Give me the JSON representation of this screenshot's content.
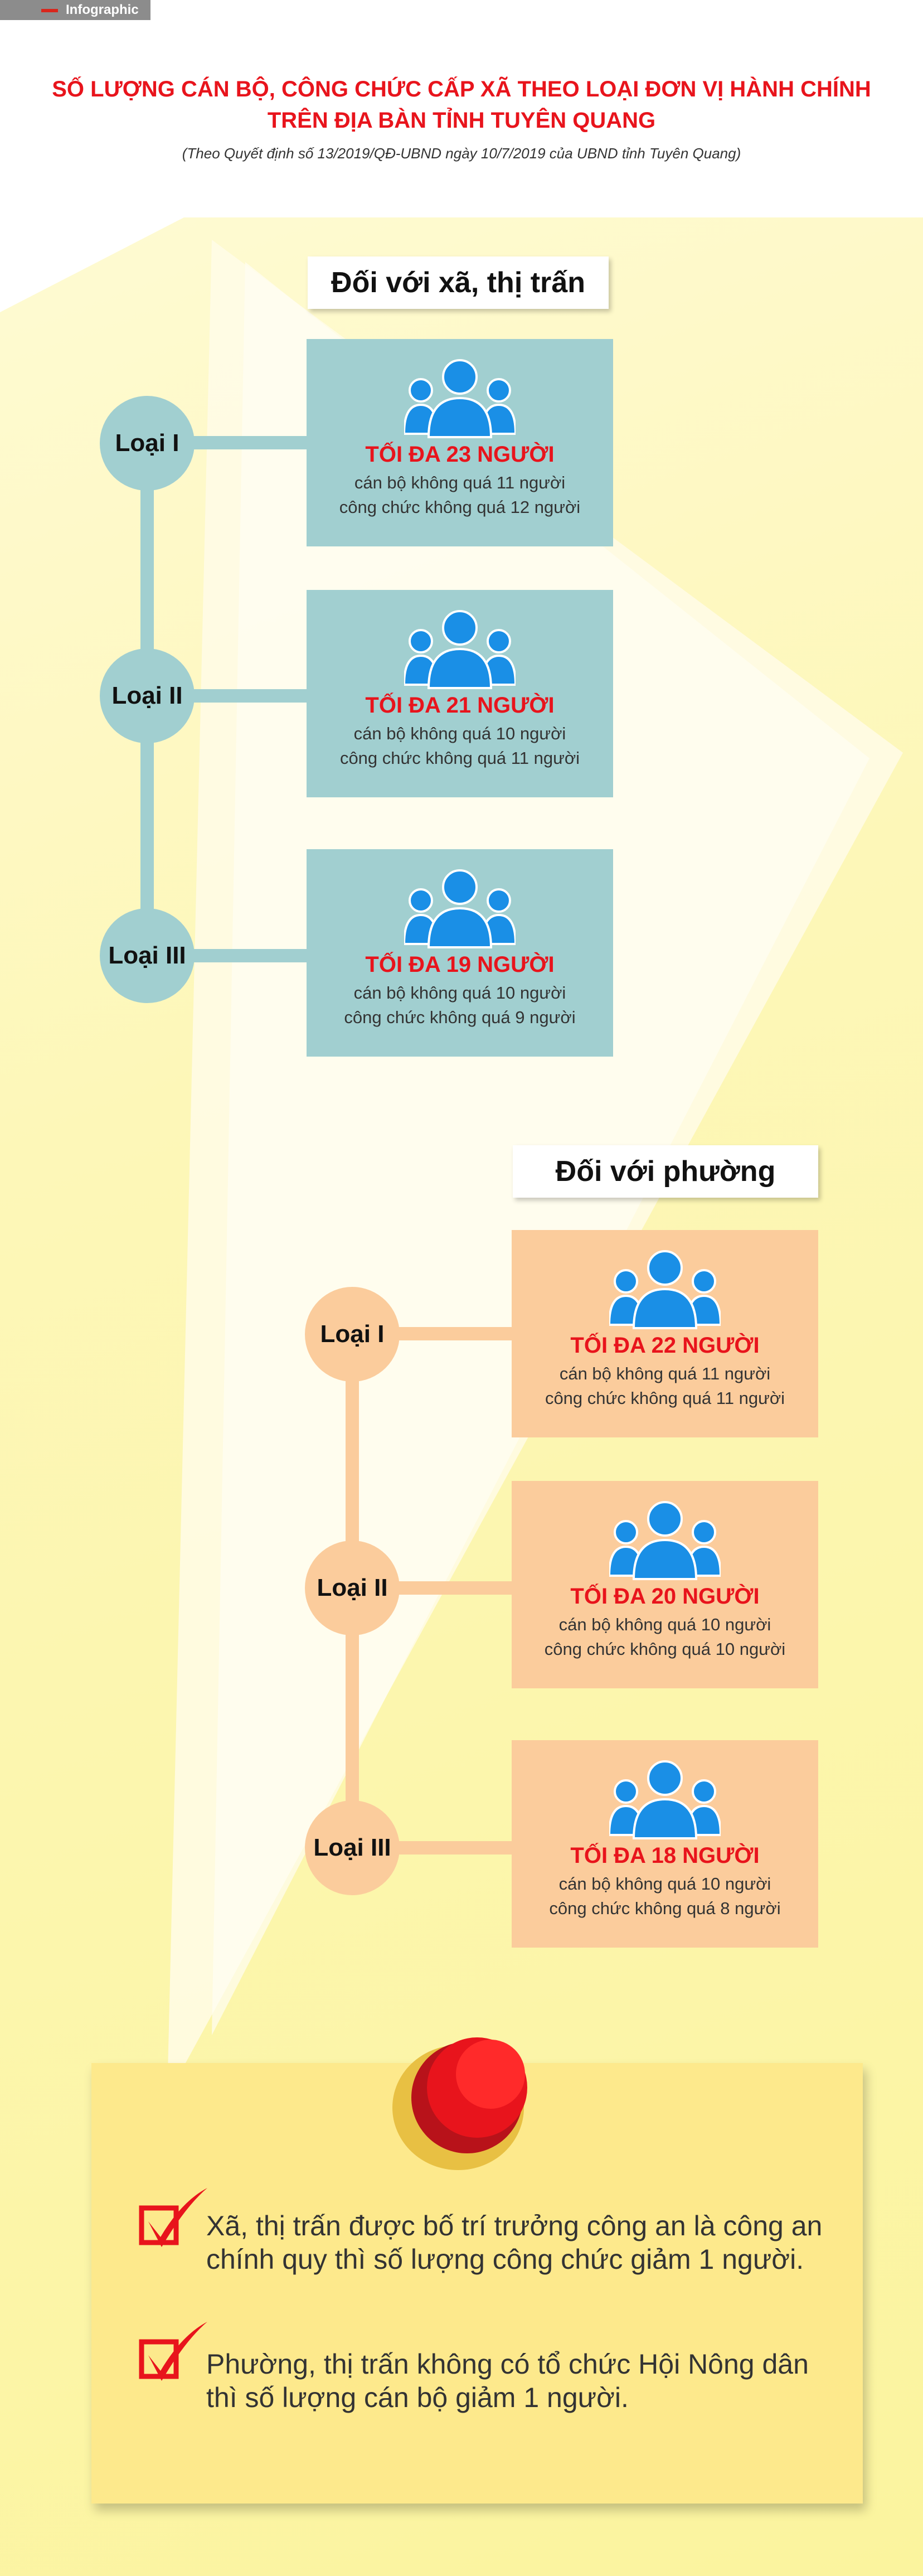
{
  "header": {
    "badge_label": "Infographic",
    "title_line1": "SỐ LƯỢNG CÁN BỘ, CÔNG CHỨC CẤP XÃ THEO LOẠI ĐƠN VỊ HÀNH CHÍNH",
    "title_line2": "TRÊN ĐỊA BÀN TỈNH TUYÊN QUANG",
    "subtitle": "(Theo Quyết định số 13/2019/QĐ-UBND ngày 10/7/2019 của UBND tỉnh Tuyên Quang)"
  },
  "sections": [
    {
      "heading": "Đối với xã, thị trấn",
      "color": "#a1cfd0",
      "rows": [
        {
          "type_label": "Loại I",
          "max": "TỐI ĐA 23 NGƯỜI",
          "line1": "cán bộ không quá 11 người",
          "line2": "công chức không quá 12 người"
        },
        {
          "type_label": "Loại II",
          "max": "TỐI ĐA 21 NGƯỜI",
          "line1": "cán bộ không quá 10 người",
          "line2": "công chức không quá 11 người"
        },
        {
          "type_label": "Loại III",
          "max": "TỐI ĐA 19 NGƯỜI",
          "line1": "cán bộ không quá 10 người",
          "line2": "công chức không quá 9 người"
        }
      ]
    },
    {
      "heading": "Đối với phường",
      "color": "#fbcc9c",
      "rows": [
        {
          "type_label": "Loại I",
          "max": "TỐI ĐA 22 NGƯỜI",
          "line1": "cán bộ không quá 11 người",
          "line2": "công chức không quá 11 người"
        },
        {
          "type_label": "Loại II",
          "max": "TỐI ĐA 20 NGƯỜI",
          "line1": "cán bộ không quá 10 người",
          "line2": "công chức không quá 10 người"
        },
        {
          "type_label": "Loại III",
          "max": "TỐI ĐA 18 NGƯỜI",
          "line1": "cán bộ không quá 10 người",
          "line2": "công chức không quá 8 người"
        }
      ]
    }
  ],
  "notes": [
    {
      "line1": "Xã, thị trấn được bố trí trưởng công an là công an",
      "line2": "chính quy thì số lượng công chức giảm 1 người."
    },
    {
      "line1": "Phường, thị trấn không có tổ chức Hội Nông dân",
      "line2": "thì số lượng cán bộ giảm 1 người."
    }
  ],
  "colors": {
    "title_red": "#e8141c",
    "icon_blue": "#1a8fe6",
    "note_yellow": "#fde98c",
    "check_red": "#e8141c"
  },
  "icons": [
    "people-group-icon",
    "checkmark-icon",
    "pushpin-icon"
  ]
}
